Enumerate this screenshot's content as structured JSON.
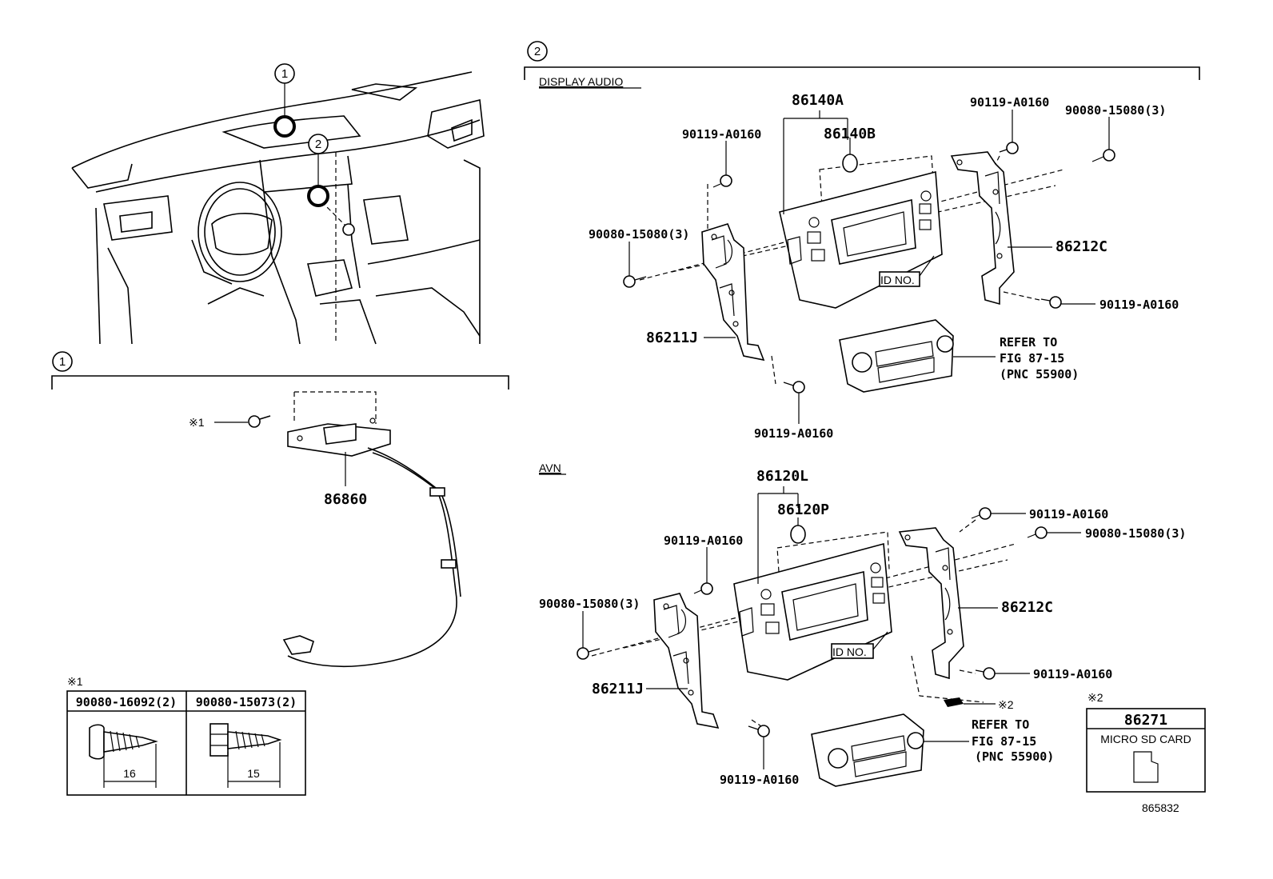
{
  "callouts": {
    "one": "1",
    "two": "2"
  },
  "section2": {
    "display_audio_label": "DISPLAY AUDIO",
    "avn_label": "AVN"
  },
  "display_audio": {
    "p86140A": "86140A",
    "p86140B": "86140B",
    "bolt_top_left": "90119-A0160",
    "screw_left": "90080-15080(3)",
    "bolt_top_right": "90119-A0160",
    "screw_right": "90080-15080(3)",
    "bracket_right": "86212C",
    "bolt_right_lower": "90119-A0160",
    "bracket_left": "86211J",
    "bolt_bottom": "90119-A0160",
    "id_no": "ID NO.",
    "refer_line1": "REFER TO",
    "refer_line2": "FIG 87-15",
    "refer_line3": "(PNC 55900)"
  },
  "avn": {
    "p86120L": "86120L",
    "p86120P": "86120P",
    "bolt_top_left": "90119-A0160",
    "screw_left": "90080-15080(3)",
    "bolt_top_right": "90119-A0160",
    "screw_right": "90080-15080(3)",
    "bracket_right": "86212C",
    "bolt_right_lower": "90119-A0160",
    "bracket_left": "86211J",
    "bolt_bottom": "90119-A0160",
    "id_no": "ID NO.",
    "note2_ref": "※2",
    "refer_line1": "REFER TO",
    "refer_line2": "FIG 87-15",
    "refer_line3": "(PNC 55900)"
  },
  "section1": {
    "screw_ref": "※1",
    "part": "86860"
  },
  "note1": {
    "mark": "※1",
    "col1_header": "90080-16092(2)",
    "col2_header": "90080-15073(2)",
    "col1_dim": "16",
    "col2_dim": "15"
  },
  "note2": {
    "mark": "※2",
    "part": "86271",
    "desc": "MICRO SD CARD"
  },
  "figure_number": "865832"
}
